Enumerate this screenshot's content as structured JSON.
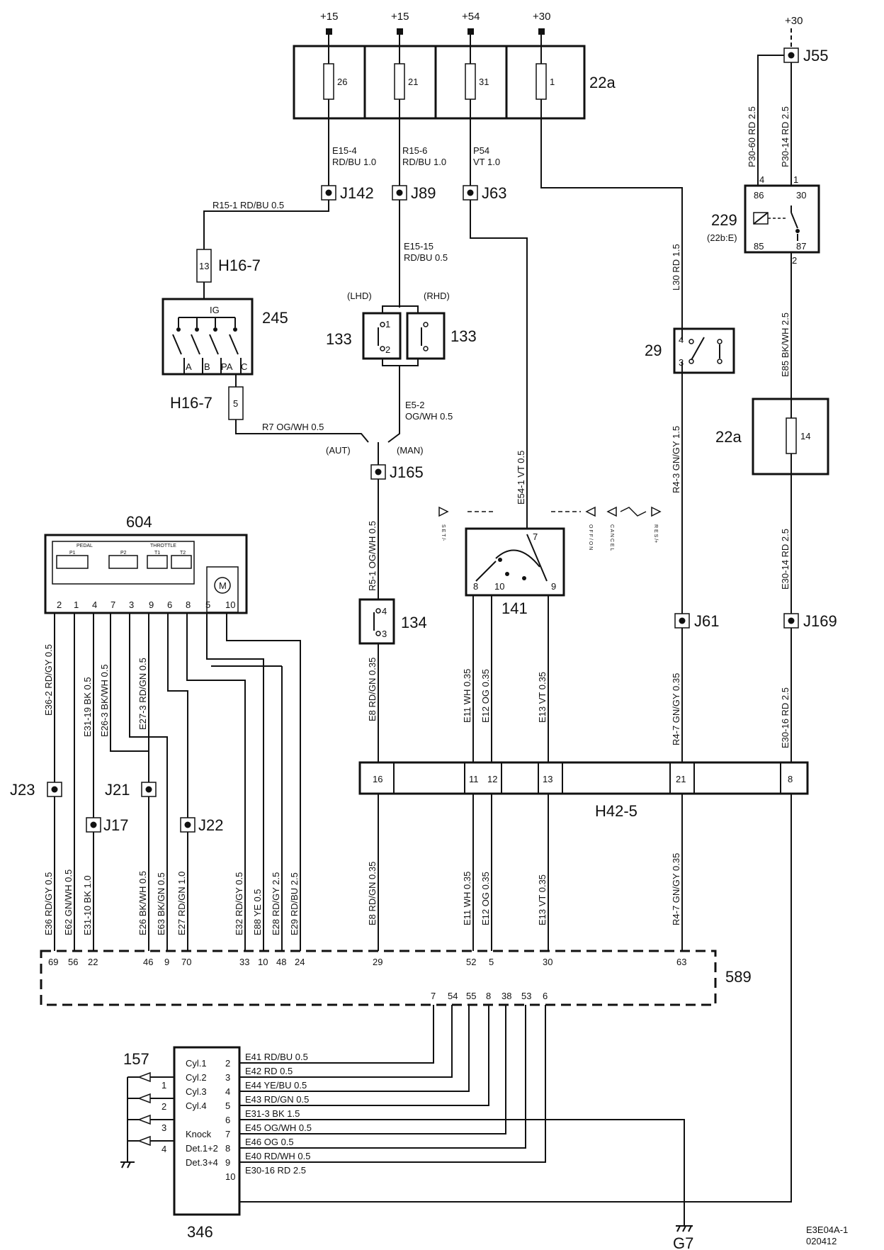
{
  "supplies": [
    "+15",
    "+15",
    "+54",
    "+30",
    "+30"
  ],
  "fuses_22a_top": [
    "26",
    "21",
    "31",
    "1"
  ],
  "fuse_22a_lower": "14",
  "components": {
    "c22a": "22a",
    "c229": "229",
    "c229_sub": "(22b:E)",
    "c245": "245",
    "c133": "133",
    "c29": "29",
    "c604": "604",
    "c141": "141",
    "c134": "134",
    "c589": "589",
    "c346": "346",
    "c157": "157",
    "h167": "H16-7",
    "h425": "H42-5",
    "g7": "G7"
  },
  "joints": {
    "J142": "J142",
    "J89": "J89",
    "J63": "J63",
    "J55": "J55",
    "J165": "J165",
    "J61": "J61",
    "J169": "J169",
    "J23": "J23",
    "J21": "J21",
    "J17": "J17",
    "J22": "J22"
  },
  "wire_labels": {
    "e15_4": "E15-4",
    "e15_4s": "RD/BU   1.0",
    "r15_6": "R15-6",
    "r15_6s": "RD/BU   1.0",
    "p54": "P54",
    "p54s": "VT    1.0",
    "r15_1": "R15-1   RD/BU   0.5",
    "e15_15": "E15-15",
    "e15_15s": "RD/BU   0.5",
    "r7": "R7   OG/WH   0.5",
    "e5_2": "E5-2",
    "e5_2s": "OG/WH   0.5",
    "p30_60": "P30-60   RD   2.5",
    "p30_14": "P30-14   RD   2.5",
    "l30": "L30   RD   1.5",
    "e85": "E85   BK/WH   2.5",
    "r4_3": "R4-3   GN/GY   1.5",
    "e30_14": "E30-14   RD   2.5",
    "e54_1": "E54-1   VT   0.5",
    "r5_1": "R5-1   OG/WH   0.5",
    "e8_a": "E8   RD/GN   0.35",
    "e11_a": "E11   WH   0.35",
    "e12_a": "E12   OG   0.35",
    "e13_a": "E13   VT   0.35",
    "r4_7_a": "R4-7   GN/GY   0.35",
    "e30_16_a": "E30-16   RD   2.5",
    "e36_2": "E36-2   RD/GY   0.5",
    "e31_19": "E31-19   BK   0.5",
    "e26_3": "E26-3   BK/WH   0.5",
    "e27_3": "E27-3   RD/GN   0.5",
    "e36": "E36   RD/GY   0.5",
    "e62": "E62   GN/WH   0.5",
    "e31_10": "E31-10   BK   1.0",
    "e26": "E26   BK/WH   0.5",
    "e63": "E63   BK/GN   0.5",
    "e27": "E27   RD/GN   1.0",
    "e32": "E32   RD/GY   0.5",
    "e88": "E88   YE   0.5",
    "e28": "E28   RD/GY   2.5",
    "e29": "E29   RD/BU   2.5",
    "e8_b": "E8   RD/GN   0.35",
    "e11_b": "E11   WH   0.35",
    "e12_b": "E12   OG   0.35",
    "e13_b": "E13   VT   0.35",
    "r4_7_b": "R4-7   GN/GY   0.35"
  },
  "switch_labels": {
    "lhd": "(LHD)",
    "rhd": "(RHD)",
    "aut": "(AUT)",
    "man": "(MAN)",
    "ig": "IG",
    "a": "A",
    "b": "B",
    "pa": "PA",
    "c": "C",
    "pedal": "PEDAL",
    "throttle": "THROTTLE",
    "p1": "P1",
    "p2": "P2",
    "t1": "T1",
    "t2": "T2",
    "motor": "M"
  },
  "pins": {
    "h167_13": "13",
    "h167_5": "5",
    "c133_1": "1",
    "c133_2": "2",
    "c29_4": "4",
    "c29_3": "3",
    "c229_86": "86",
    "c229_30": "30",
    "c229_85": "85",
    "c229_87": "87",
    "c229_4": "4",
    "c229_1": "1",
    "c229_2": "2",
    "c604": [
      "2",
      "1",
      "4",
      "7",
      "3",
      "9",
      "6",
      "8",
      "5",
      "10"
    ],
    "c141": [
      "7",
      "8",
      "10",
      "9"
    ],
    "c134": [
      "4",
      "3"
    ],
    "h425": [
      "16",
      "11",
      "12",
      "13",
      "21",
      "8"
    ],
    "c589_top": [
      "69",
      "56",
      "22",
      "46",
      "9",
      "70",
      "33",
      "10",
      "48",
      "24",
      "29",
      "52",
      "5",
      "30",
      "63"
    ],
    "c589_bottom": [
      "7",
      "54",
      "55",
      "8",
      "38",
      "53",
      "6"
    ],
    "c157": [
      "1",
      "2",
      "3",
      "4"
    ]
  },
  "cruise_labels": {
    "set": "S E T /-",
    "off": "O F F / O N",
    "cancel": "C A N C E L",
    "res": "R E S /+"
  },
  "c346_rows": [
    {
      "name": "Cyl.1",
      "pin": "2",
      "wire": "E41   RD/BU   0.5"
    },
    {
      "name": "Cyl.2",
      "pin": "3",
      "wire": "E42   RD   0.5"
    },
    {
      "name": "Cyl.3",
      "pin": "4",
      "wire": "E44   YE/BU   0.5"
    },
    {
      "name": "Cyl.4",
      "pin": "5",
      "wire": "E43   RD/GN   0.5"
    },
    {
      "name": "",
      "pin": "6",
      "wire": "E31-3   BK   1.5"
    },
    {
      "name": "Knock",
      "pin": "7",
      "wire": "E45   OG/WH   0.5"
    },
    {
      "name": "Det.1+2",
      "pin": "8",
      "wire": "E46   OG   0.5"
    },
    {
      "name": "Det.3+4",
      "pin": "9",
      "wire": "E40   RD/WH   0.5"
    },
    {
      "name": "",
      "pin": "10",
      "wire": "E30-16   RD   2.5"
    }
  ],
  "drawing_ref": "E3E04A-1",
  "drawing_date": "020412"
}
